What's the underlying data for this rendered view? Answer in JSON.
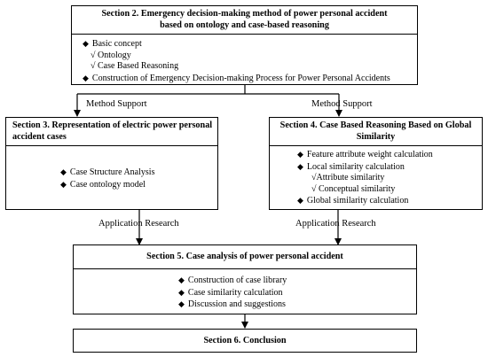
{
  "section2": {
    "title_line1": "Section 2. Emergency decision-making method of power personal accident",
    "title_line2": "based on ontology and case-based reasoning",
    "items": [
      "Basic concept",
      "√ Ontology",
      "√ Case Based Reasoning",
      "Construction of Emergency Decision-making Process for Power Personal Accidents"
    ]
  },
  "section3": {
    "title_line1": "Section 3. Representation of electric power personal",
    "title_line2": "accident cases",
    "items": [
      "Case Structure Analysis",
      "Case ontology model"
    ]
  },
  "section4": {
    "title_line1": "Section 4. Case Based Reasoning Based on Global",
    "title_line2": "Similarity",
    "items": [
      "Feature attribute weight calculation",
      "Local similarity calculation",
      "√Attribute similarity",
      "√ Conceptual similarity",
      "Global similarity calculation"
    ]
  },
  "section5": {
    "title": "Section 5. Case analysis of power personal accident",
    "items": [
      "Construction of case library",
      "Case similarity calculation",
      "Discussion and suggestions"
    ]
  },
  "section6": {
    "title": "Section 6. Conclusion"
  },
  "labels": {
    "method_support_left": "Method Support",
    "method_support_right": "Method Support",
    "application_left": "Application Research",
    "application_right": "Application Research"
  }
}
